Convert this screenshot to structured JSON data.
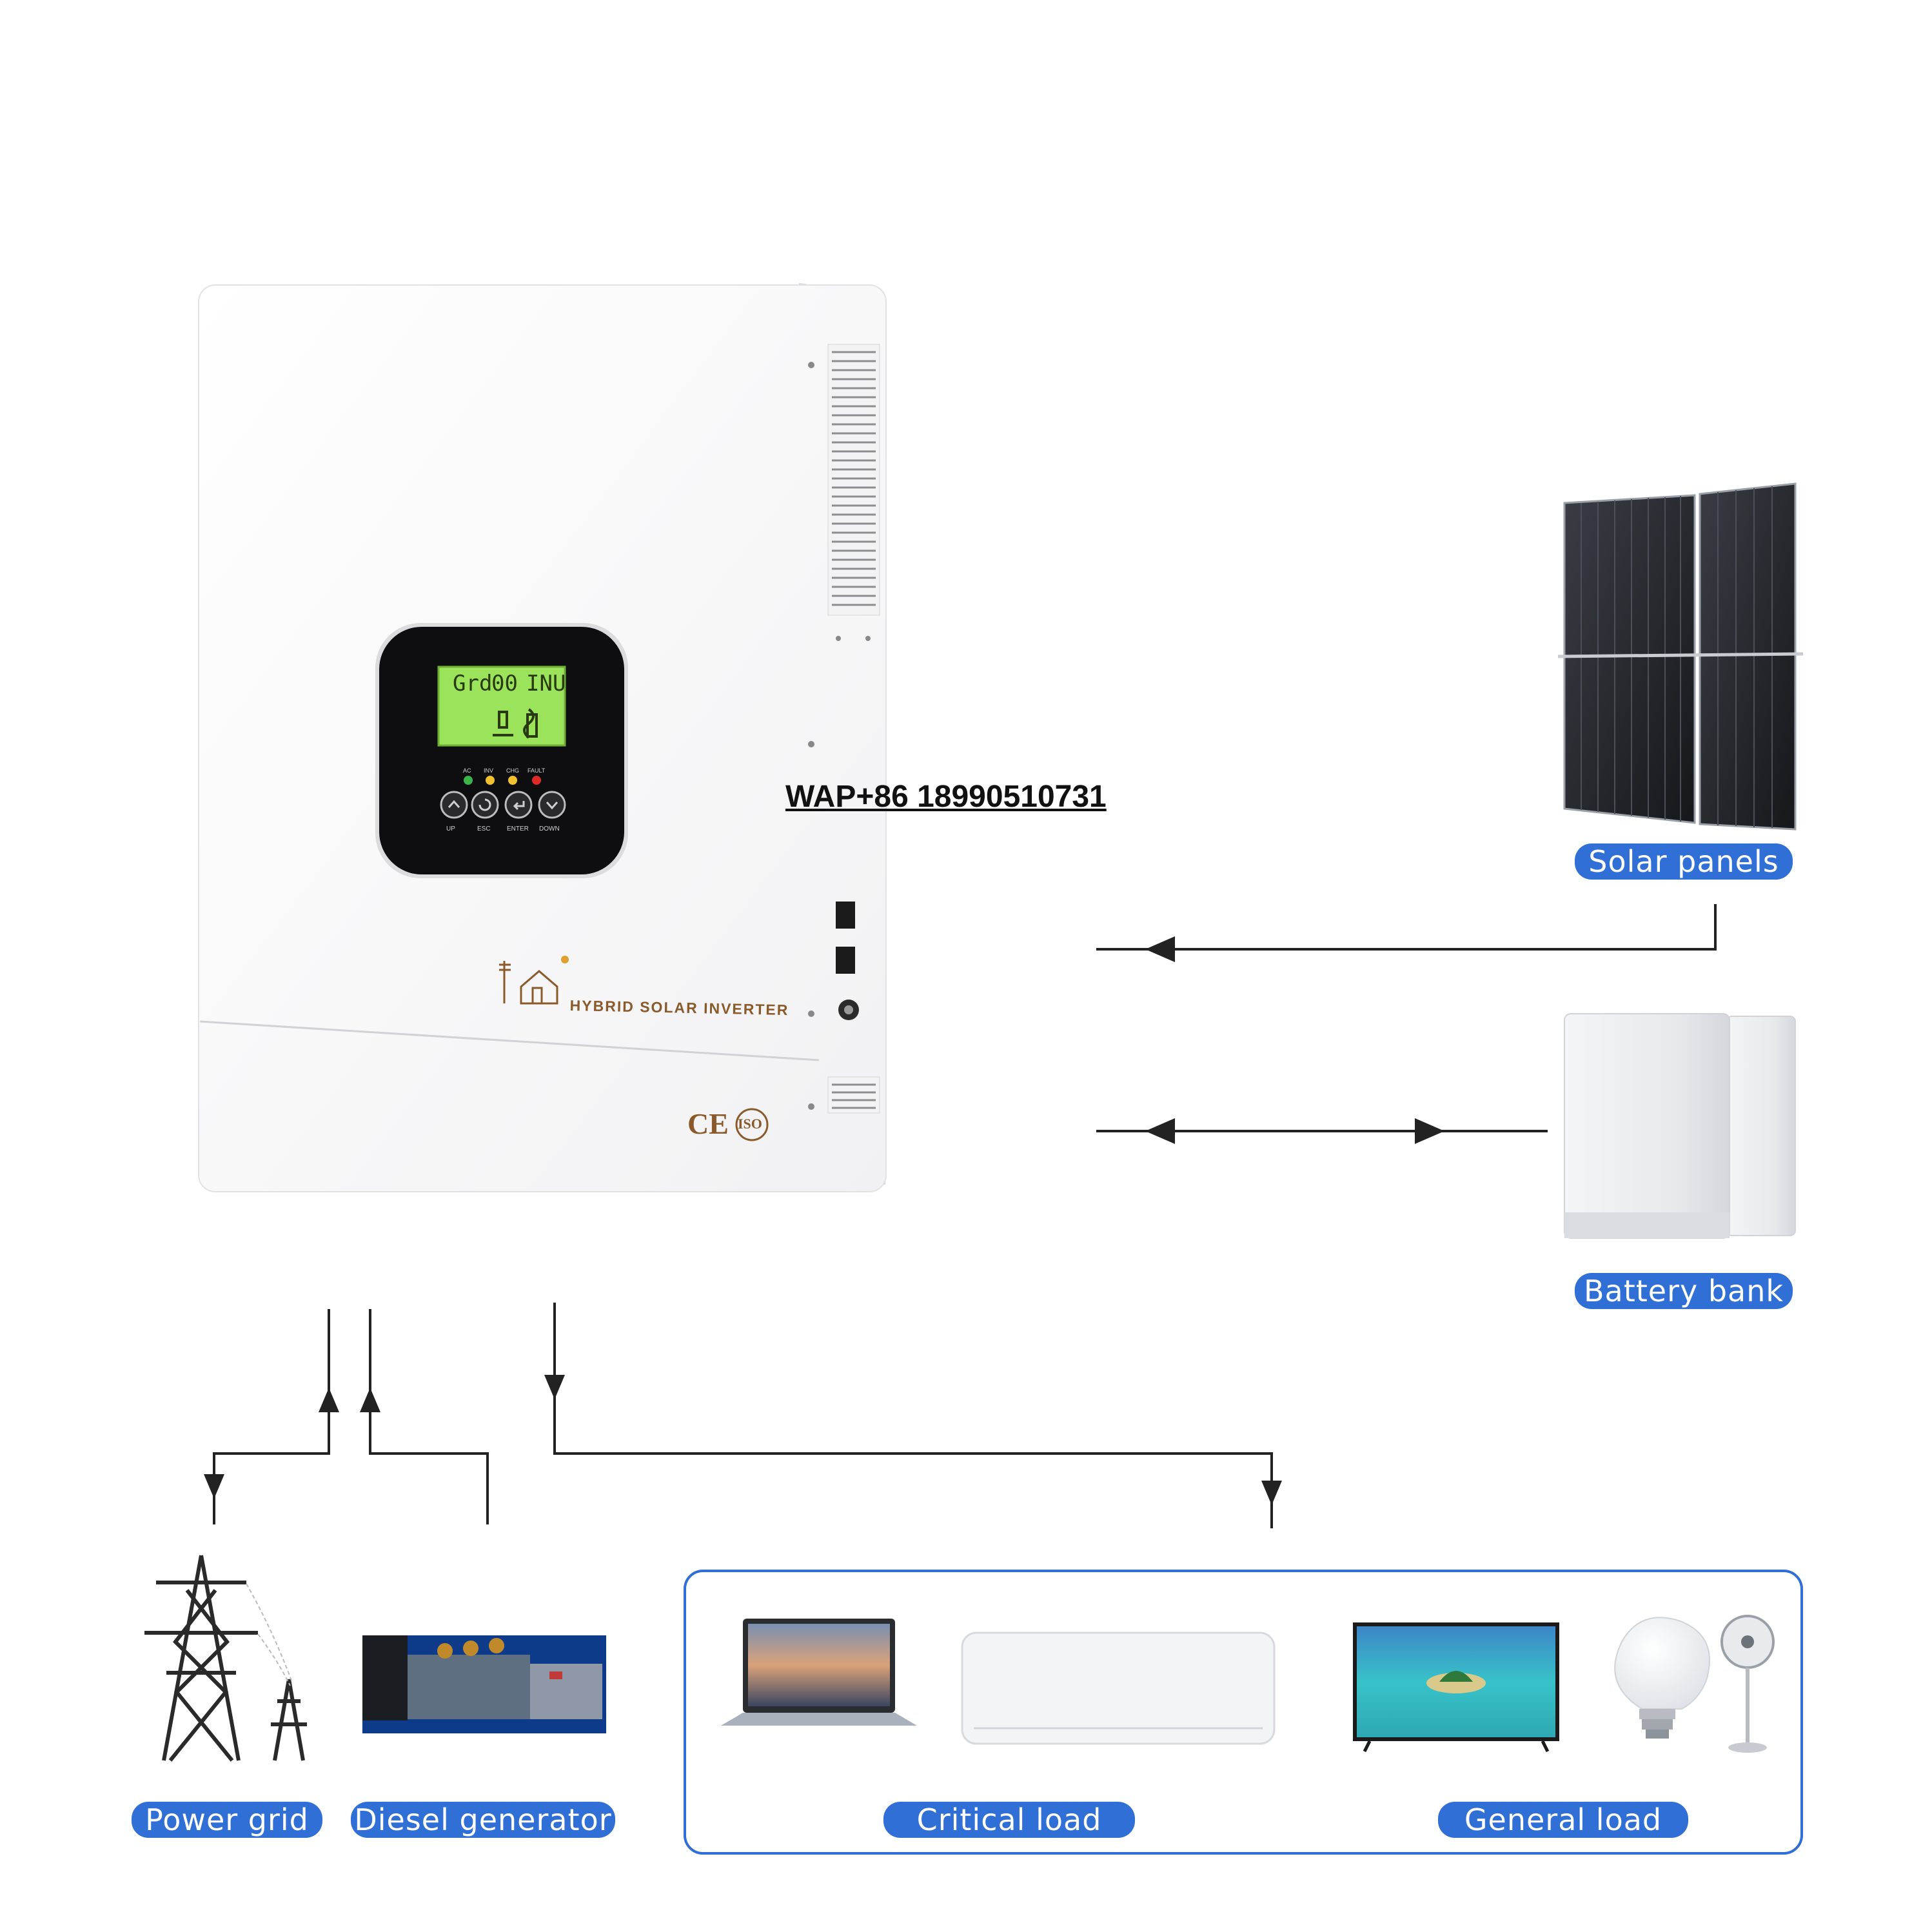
{
  "contact": {
    "text": "WAP+86 18990510731"
  },
  "inverter": {
    "brand_text": "HYBRID SOLAR INVERTER",
    "certifications": {
      "ce": "CE",
      "iso": "ISO"
    },
    "lcd": {
      "segment_left": "Grd",
      "segment_mid": "00",
      "segment_right": "INU"
    },
    "indicators": [
      {
        "label": "AC",
        "color": "#3bb54a"
      },
      {
        "label": "INV",
        "color": "#f2c12e"
      },
      {
        "label": "CHG",
        "color": "#f2c12e"
      },
      {
        "label": "FAULT",
        "color": "#e02a2a"
      }
    ],
    "buttons": [
      {
        "label": "UP"
      },
      {
        "label": "ESC"
      },
      {
        "label": "ENTER"
      },
      {
        "label": "DOWN"
      }
    ]
  },
  "sources": {
    "solar": {
      "label": "Solar panels",
      "icon": "solar-panel-icon"
    },
    "battery": {
      "label": "Battery bank",
      "icon": "battery-bank-icon"
    },
    "grid": {
      "label": "Power grid",
      "icon": "transmission-tower-icon"
    },
    "generator": {
      "label": "Diesel generator",
      "icon": "diesel-generator-icon"
    }
  },
  "loads": {
    "critical": {
      "label": "Critical load",
      "icons": [
        "laptop-icon",
        "air-conditioner-icon"
      ]
    },
    "general": {
      "label": "General load",
      "icons": [
        "television-icon",
        "light-bulb-icon",
        "fan-icon"
      ]
    }
  },
  "colors": {
    "accent": "#2f6fd6",
    "line": "#222222",
    "brand": "#8a5a2b",
    "lcd": "#9be35a"
  }
}
